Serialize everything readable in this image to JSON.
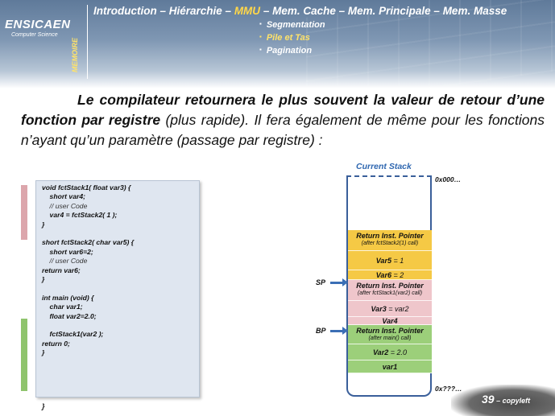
{
  "header": {
    "logo_title": "ENSICAEN",
    "logo_sub": "Computer Science",
    "section_tag": "MEMOIRE",
    "nav": [
      {
        "label": "Introduction",
        "active": false
      },
      {
        "label": "Hiérarchie",
        "active": false
      },
      {
        "label": "MMU",
        "active": true
      },
      {
        "label": "Mem. Cache",
        "active": false
      },
      {
        "label": "Mem. Principale",
        "active": false
      },
      {
        "label": "Mem. Masse",
        "active": false
      }
    ],
    "nav_sep": " – ",
    "subnav": [
      {
        "label": "Segmentation",
        "active": false
      },
      {
        "label": "Pile et Tas",
        "active": true
      },
      {
        "label": "Pagination",
        "active": false
      }
    ]
  },
  "paragraph": {
    "bold": "Le compilateur retournera le plus souvent la valeur de retour d’une fonction par registre",
    "rest": " (plus rapide). Il fera également de même pour les fonctions n’ayant qu’un paramètre (passage par registre) :"
  },
  "code": {
    "lines": [
      {
        "text": "void fctStack1( float var3) {",
        "comment": false
      },
      {
        "text": "    short var4;",
        "comment": false
      },
      {
        "text": "    // user Code",
        "comment": true
      },
      {
        "text": "    var4 = fctStack2( 1 );",
        "comment": false
      },
      {
        "text": "}",
        "comment": false
      },
      {
        "text": "",
        "comment": false
      },
      {
        "text": "short fctStack2( char var5) {",
        "comment": false
      },
      {
        "text": "    short var6=2;",
        "comment": false
      },
      {
        "text": "    // user Code",
        "comment": true
      },
      {
        "text": "return var6;",
        "comment": false
      },
      {
        "text": "}",
        "comment": false
      },
      {
        "text": "",
        "comment": false
      },
      {
        "text": "int main (void) {",
        "comment": false
      },
      {
        "text": "    char var1;",
        "comment": false
      },
      {
        "text": "    float var2=2.0;",
        "comment": false
      },
      {
        "text": "",
        "comment": false
      },
      {
        "text": "    fctStack1(var2 );",
        "comment": false
      },
      {
        "text": "return 0;",
        "comment": false
      },
      {
        "text": "}",
        "comment": false
      }
    ],
    "tail": "}"
  },
  "stack": {
    "title": "Current Stack",
    "top_addr": "0x000…",
    "bottom_addr": "0x???…",
    "sp_label": "SP",
    "bp_label": "BP",
    "cells": [
      {
        "main": "Return Inst. Pointer",
        "sub": "(after fctStack2(1) call)",
        "color": "#f5c945"
      },
      {
        "main": "Var5",
        "suffix": " = 1",
        "color": "#f5c945"
      },
      {
        "main": "Var6",
        "suffix": " = 2",
        "color": "#f5c945"
      },
      {
        "main": "Return Inst. Pointer",
        "sub": "(after fctStack1(var2) call)",
        "color": "#efc6cb"
      },
      {
        "main": "Var3",
        "suffix": " = var2",
        "color": "#efc6cb"
      },
      {
        "main": "Var4",
        "suffix": "",
        "color": "#efc6cb"
      },
      {
        "main": "Return Inst. Pointer",
        "sub": "(after main() call)",
        "color": "#9ccf7a"
      },
      {
        "main": "Var2",
        "suffix": " = 2.0",
        "color": "#9ccf7a"
      },
      {
        "main": "var1",
        "suffix": "",
        "color": "#9ccf7a"
      }
    ]
  },
  "colors": {
    "accent_nav": "#ffd74a",
    "stack_yellow": "#f5c945",
    "stack_pink": "#efc6cb",
    "stack_green": "#9ccf7a",
    "arrow_blue": "#3b6fb5"
  },
  "footer": {
    "page": "39",
    "suffix": " – copyleft"
  }
}
